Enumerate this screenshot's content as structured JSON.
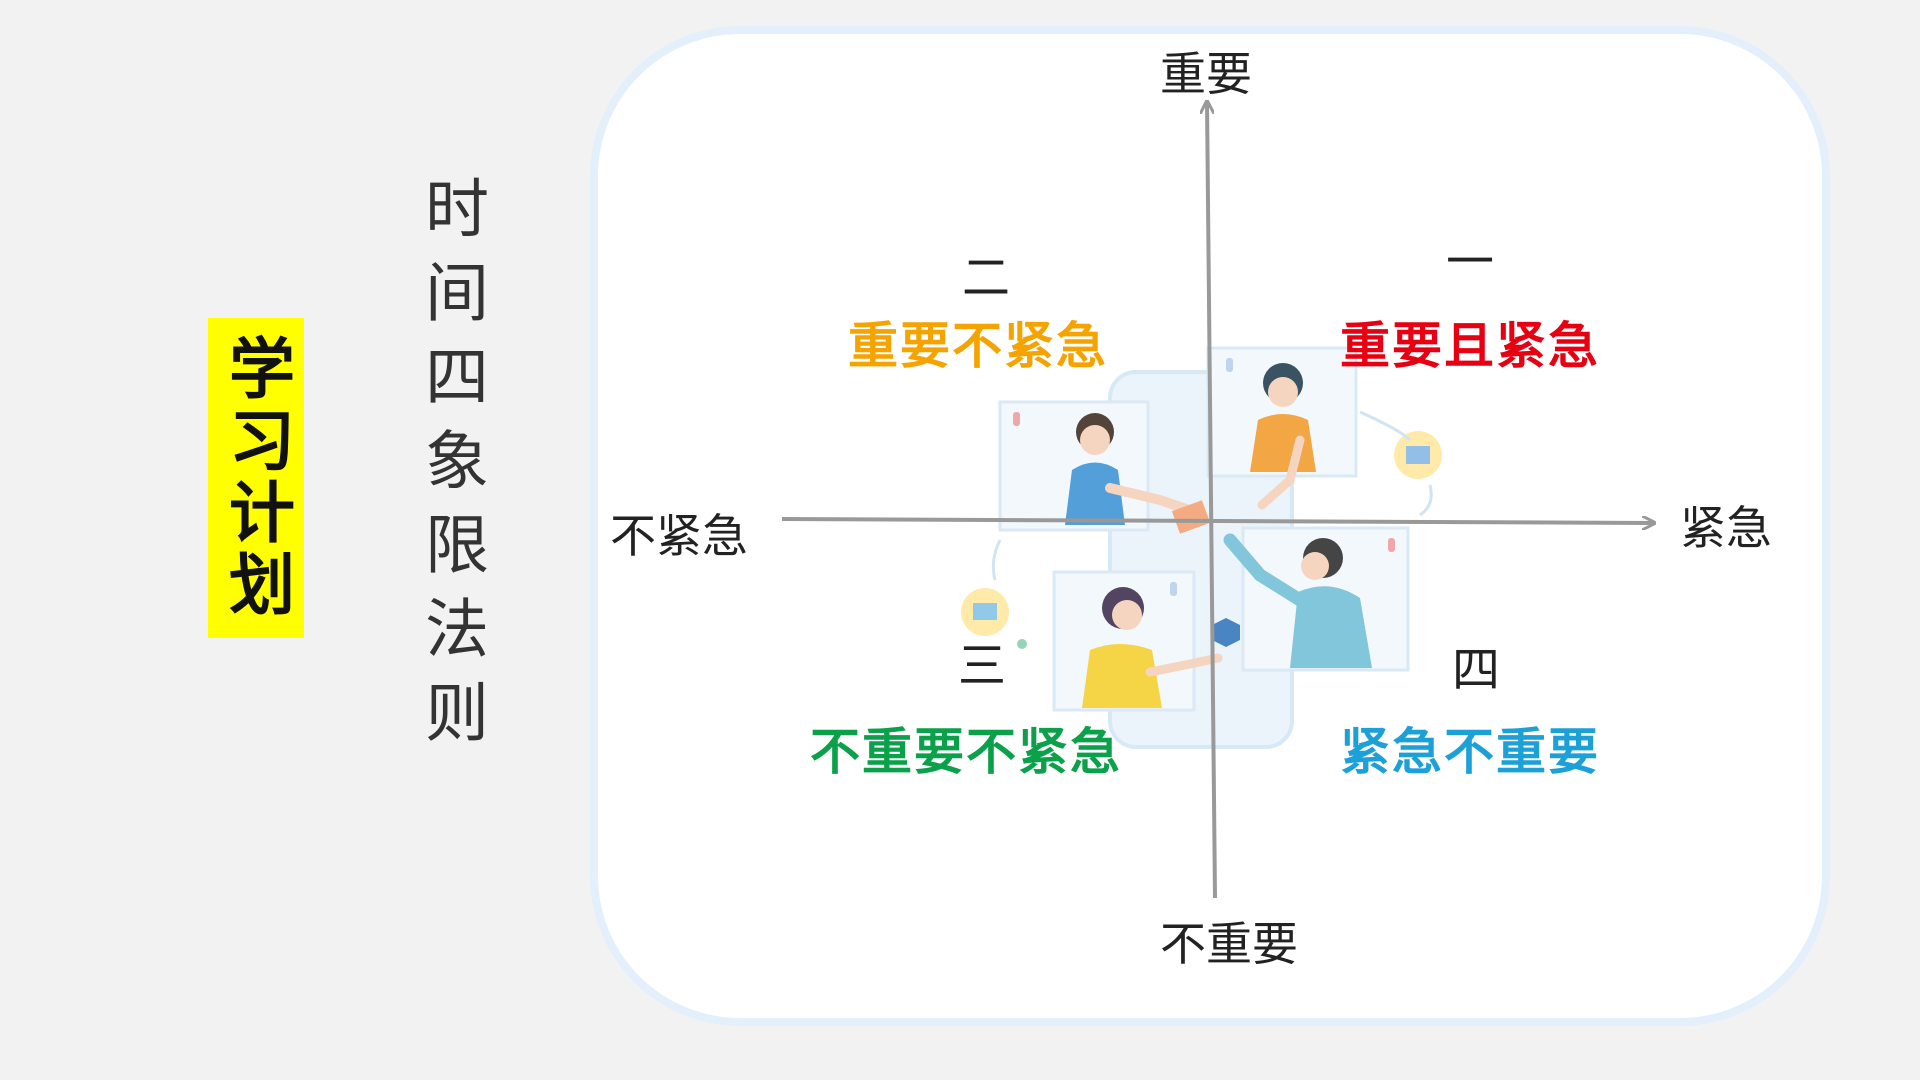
{
  "side_tag": {
    "text": "学习计划",
    "color": "#ffff00"
  },
  "title": "时间四象限法则",
  "axes": {
    "top": "重要",
    "bottom": "不重要",
    "left": "不紧急",
    "right": "紧急"
  },
  "quadrants": [
    {
      "number": "一",
      "label": "重要且紧急",
      "color": "#e60012"
    },
    {
      "number": "二",
      "label": "重要不紧急",
      "color": "#f5a300"
    },
    {
      "number": "三",
      "label": "不重要不紧急",
      "color": "#0aa14a"
    },
    {
      "number": "四",
      "label": "紧急不重要",
      "color": "#1ca0d8"
    }
  ],
  "illustration": {
    "description_icon": "people-exchange-illustration"
  }
}
